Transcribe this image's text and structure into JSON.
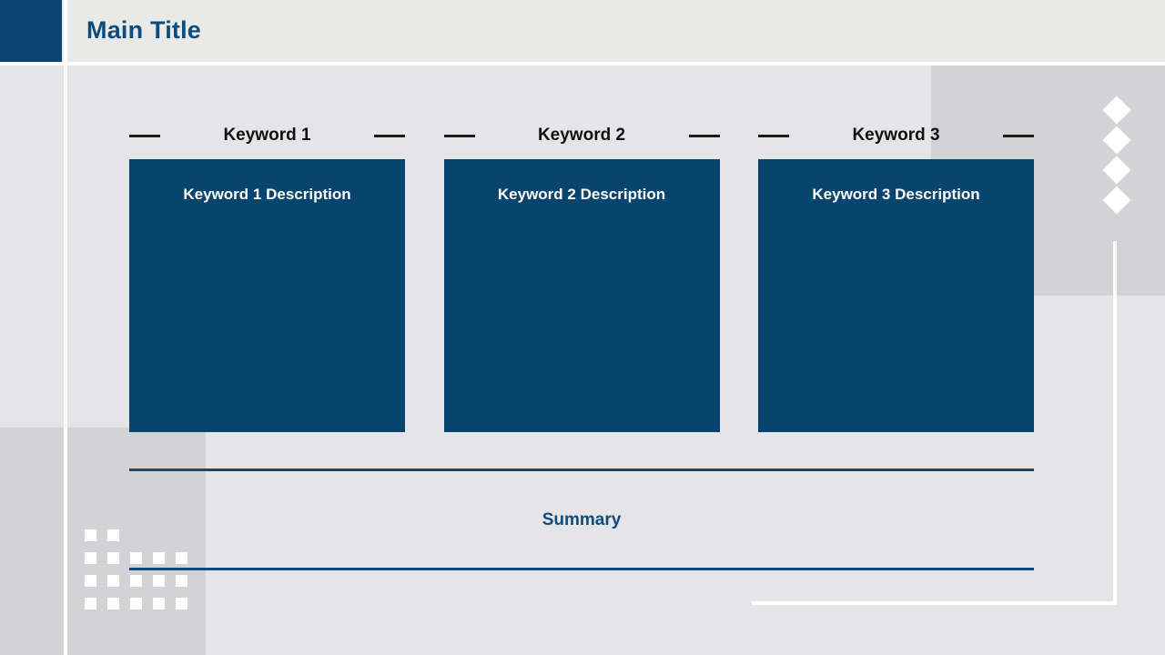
{
  "header": {
    "title": "Main Title"
  },
  "columns": [
    {
      "keyword": "Keyword 1",
      "description": "Keyword 1 Description"
    },
    {
      "keyword": "Keyword 2",
      "description": "Keyword 2 Description"
    },
    {
      "keyword": "Keyword 3",
      "description": "Keyword 3 Description"
    }
  ],
  "summary": {
    "label": "Summary"
  },
  "decorations": {
    "diamond_count": 4,
    "dot_grid_rows": [
      2,
      5,
      5,
      5
    ]
  },
  "colors": {
    "brand_navy": "#0a4472",
    "title_navy": "#0d4c7c",
    "box_navy": "#07456f",
    "background_gray": "#e5e4e6",
    "panel_gray": "#d3d2d5",
    "header_gray": "#e9eae8",
    "accent_white": "#ffffff",
    "dash_black": "#1a1a1a"
  }
}
